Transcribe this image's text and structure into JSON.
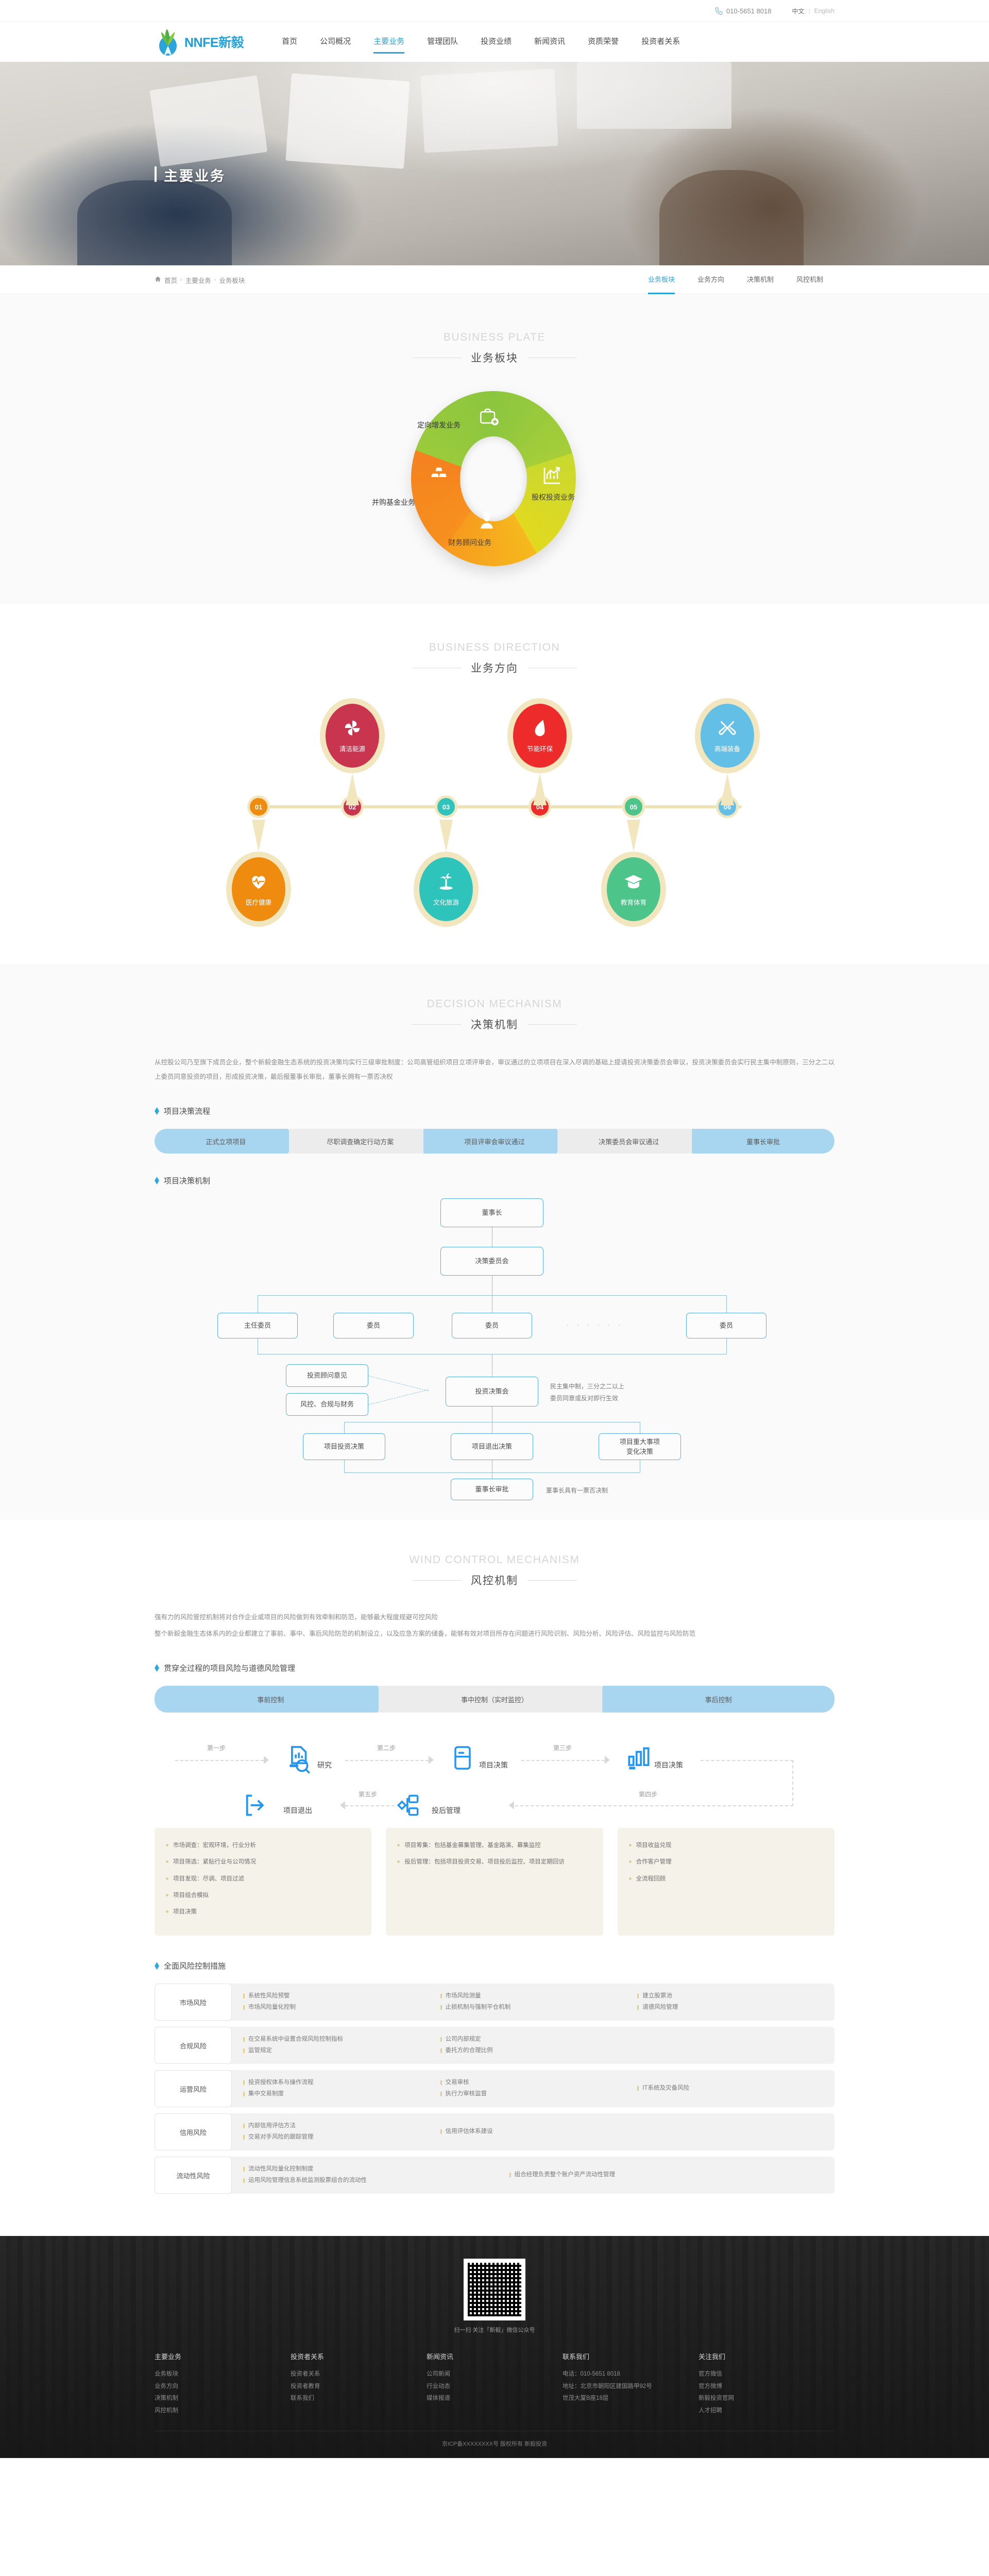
{
  "topbar": {
    "phone_icon": "phone-icon",
    "phone": "010-5651 8018",
    "lang_cn": "中文",
    "lang_sep": "|",
    "lang_en": "English"
  },
  "brand": {
    "abbr": "NNFE",
    "cn": "新毅"
  },
  "nav": {
    "items": [
      {
        "label": "首页",
        "active": false
      },
      {
        "label": "公司概况",
        "active": false
      },
      {
        "label": "主要业务",
        "active": true
      },
      {
        "label": "管理团队",
        "active": false
      },
      {
        "label": "投资业绩",
        "active": false
      },
      {
        "label": "新闻资讯",
        "active": false
      },
      {
        "label": "资质荣誉",
        "active": false
      },
      {
        "label": "投资者关系",
        "active": false
      }
    ]
  },
  "hero": {
    "title": "主要业务"
  },
  "subnav": {
    "home_icon": "home-icon",
    "crumbs": [
      "首页",
      "主要业务",
      "业务板块"
    ],
    "separator": "›",
    "tabs": [
      {
        "label": "业务板块",
        "active": true
      },
      {
        "label": "业务方向",
        "active": false
      },
      {
        "label": "决策机制",
        "active": false
      },
      {
        "label": "风控机制",
        "active": false
      }
    ]
  },
  "plate": {
    "en": "BUSINESS PLATE",
    "cn": "业务板块",
    "labels": {
      "top": "定向增发业务",
      "right": "股权投资业务",
      "bottom": "财务顾问业务",
      "left": "并购基金业务"
    },
    "icons": {
      "top": "briefcase-plus-icon",
      "right": "bar-chart-arrow-icon",
      "bottom": "consultant-icon",
      "left": "gold-bars-icon"
    },
    "colors": {
      "green": "#8cc63f",
      "lime": "#c9d92e",
      "yellow": "#f5b91d",
      "orange": "#f7901e"
    }
  },
  "direction": {
    "en": "BUSINESS DIRECTION",
    "cn": "业务方向",
    "items": [
      {
        "no": "01",
        "label": "医疗健康",
        "color": "#ef8b0e",
        "icon": "heart-pulse-icon",
        "pos": "down"
      },
      {
        "no": "02",
        "label": "清洁能源",
        "color": "#c9354f",
        "icon": "windmill-icon",
        "pos": "up"
      },
      {
        "no": "03",
        "label": "文化旅游",
        "color": "#2fc4bb",
        "icon": "palm-island-icon",
        "pos": "down"
      },
      {
        "no": "04",
        "label": "节能环保",
        "color": "#ee2b2b",
        "icon": "leaf-flame-icon",
        "pos": "up"
      },
      {
        "no": "05",
        "label": "教育体育",
        "color": "#4cc48a",
        "icon": "graduation-icon",
        "pos": "down"
      },
      {
        "no": "06",
        "label": "高端装备",
        "color": "#63bfe5",
        "icon": "tools-icon",
        "pos": "up"
      }
    ]
  },
  "decision": {
    "en": "DECISION MECHANISM",
    "cn": "决策机制",
    "paragraph": "从控股公司乃至旗下成员企业，整个新毅金融生态系统的投资决策均实行三级审批制度：公司高管组织项目立项评审会，审议通过的立项项目在深入尽调的基础上提请投资决策委员会审议，投资决策委员会实行民主集中制原则，三分之二以上委员同意投资的项目，形成投资决策，最后报董事长审批，董事长拥有一票否决权",
    "sub1": "项目决策流程",
    "flow": [
      {
        "label": "正式立项项目",
        "style": "b"
      },
      {
        "label": "尽职调查确定行动方案",
        "style": "g"
      },
      {
        "label": "项目评审会审议通过",
        "style": "b"
      },
      {
        "label": "决策委员会审议通过",
        "style": "g"
      },
      {
        "label": "董事长审批",
        "style": "b"
      }
    ],
    "sub2": "项目决策机制",
    "org": {
      "chairman": "董事长",
      "committee": "决策委员会",
      "members": [
        "主任委员",
        "委员",
        "委员",
        "委员"
      ],
      "dots": "· · · · · ·",
      "advisor": "投资顾问意见",
      "riskfin": "风控、合规与财务",
      "invest_meeting": "投资决策会",
      "note_meeting": "民主集中制，三分之二以上\n委员同意或反对即行生效",
      "decisions": [
        "项目投资决策",
        "项目退出决策",
        "项目重大事项\n变化决策"
      ],
      "approval": "董事长审批",
      "note_approval": "董事长具有一票否决制"
    }
  },
  "wind": {
    "en": "WIND CONTROL MECHANISM",
    "cn": "风控机制",
    "p1": "强有力的风险管控机制将对合作企业或项目的风险做到有效牵制和防范，能够最大程度规避可控风险",
    "p2": "整个新毅金融生态体系内的企业都建立了事前、事中、事后风险防范的机制设立，以及应急方案的储备，能够有效对项目所存在问题进行风险识别、风险分析、风险评估、风险监控与风险防范",
    "sub1": "贯穿全过程的项目风险与道德风险管理",
    "phases": [
      {
        "label": "事前控制",
        "style": "b"
      },
      {
        "label": "事中控制（实时监控）",
        "style": "g"
      },
      {
        "label": "事后控制",
        "style": "b"
      }
    ],
    "steps": [
      {
        "step": "第一步",
        "label": "研究",
        "icon": "research-doc-icon"
      },
      {
        "step": "第二步",
        "label": "项目决策",
        "icon": "server-icon"
      },
      {
        "step": "第三步",
        "label": "项目决策",
        "icon": "bar-chart-icon"
      },
      {
        "step": "第四步",
        "label": "投后管理",
        "icon": "node-tree-icon"
      },
      {
        "step": "第五步",
        "label": "项目退出",
        "icon": "exit-arrow-icon"
      }
    ],
    "cards": [
      {
        "items": [
          "市场调查：宏观环境，行业分析",
          "项目筛选：紧贴行业与公司情况",
          "项目发现：尽调、项目过滤",
          "项目组合模拟",
          "项目决策"
        ]
      },
      {
        "items": [
          "项目筹集：包括基金募集管理、基金路演、募集监控",
          "投后管理：包括项目投资交易、项目投后监控、项目定期回访"
        ]
      },
      {
        "items": [
          "项目收益兑现",
          "合作客户管理",
          "全流程回顾"
        ]
      }
    ],
    "sub2": "全面风险控制措施",
    "risks": [
      {
        "name": "市场风险",
        "cols": [
          [
            "系统性风险预警",
            "市场风险量化控制"
          ],
          [
            "市场风险测量",
            "止损机制与强制平仓机制"
          ],
          [
            "建立股票池",
            "道德风险管理"
          ]
        ]
      },
      {
        "name": "合规风险",
        "cols": [
          [
            "在交易系统中设置合规风险控制指标",
            "监管规定"
          ],
          [
            "公司内部规定",
            "委托方的合理比例"
          ],
          []
        ]
      },
      {
        "name": "运营风险",
        "cols": [
          [
            "投资授权体系与操作流程",
            "集中交易制度"
          ],
          [
            "交易审核",
            "执行力审核监督"
          ],
          [
            "IT系统及灾备风险"
          ]
        ]
      },
      {
        "name": "信用风险",
        "cols": [
          [
            "内部信用评估方法",
            "交易对手风险的跟踪管理"
          ],
          [
            "信用评估体系建设"
          ],
          []
        ]
      },
      {
        "name": "流动性风险",
        "cols": [
          [
            "流动性风险量化控制制度",
            "运用风险管理信息系统监测股票组合的流动性"
          ],
          [
            "组合经理负责整个账户资产流动性管理"
          ],
          []
        ]
      }
    ]
  },
  "footer": {
    "qr_caption": "扫一扫 关注「新毅」微信公众号",
    "columns": [
      {
        "title": "主要业务",
        "links": [
          "业务板块",
          "业务方向",
          "决策机制",
          "风控机制"
        ]
      },
      {
        "title": "投资者关系",
        "links": [
          "投资者关系",
          "投资者教育",
          "联系我们"
        ]
      },
      {
        "title": "新闻资讯",
        "links": [
          "公司新闻",
          "行业动态",
          "媒体报道"
        ]
      },
      {
        "title": "联系我们",
        "links": [
          "电话：010-5651 8018",
          "地址：北京市朝阳区建国路甲92号",
          "世茂大厦B座18层"
        ]
      },
      {
        "title": "关注我们",
        "links": [
          "官方微信",
          "官方微博",
          "新毅投资官网",
          "人才招聘"
        ]
      }
    ],
    "copyright": "京ICP备XXXXXXXX号  版权所有 新毅投资"
  }
}
